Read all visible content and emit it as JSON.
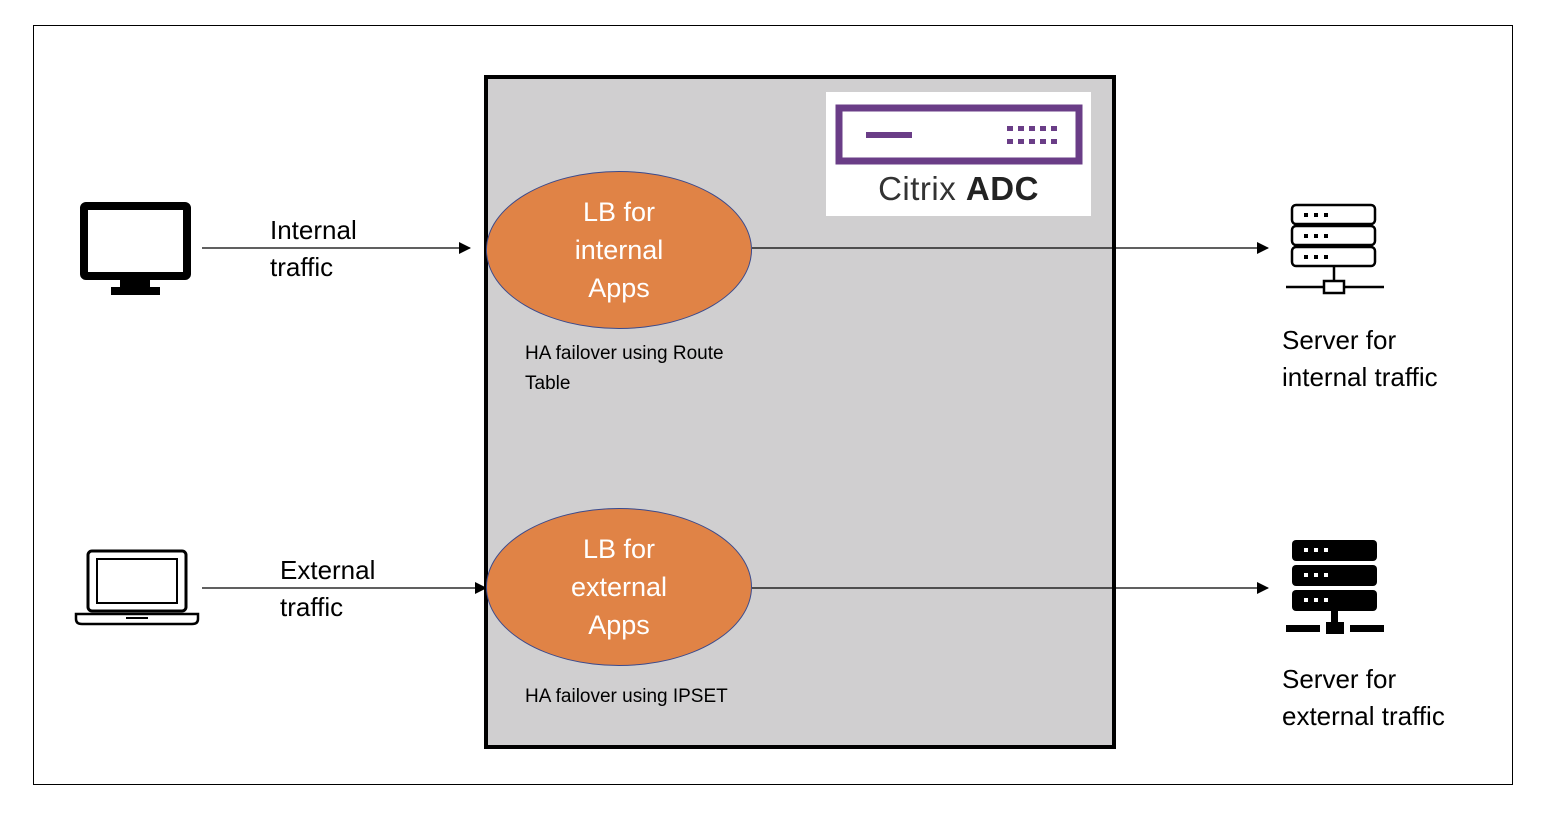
{
  "logo": {
    "brand": "Citrix",
    "product": "ADC"
  },
  "flows": [
    {
      "source_label": "Internal\ntraffic",
      "lb_label": "LB for\ninternal\nApps",
      "note": "HA failover using Route\nTable",
      "server_label": "Server for\ninternal traffic"
    },
    {
      "source_label": "External\ntraffic",
      "lb_label": "LB for\nexternal\nApps",
      "note": "HA failover using IPSET",
      "server_label": "Server for\nexternal traffic"
    }
  ],
  "icons": {
    "internal_client": "desktop-monitor-icon",
    "external_client": "laptop-icon",
    "internal_server": "server-outline-icon",
    "external_server": "server-solid-icon"
  },
  "colors": {
    "lb_fill": "#e08346",
    "lb_stroke": "#3b4a8c",
    "adc_panel": "#d0cfd0",
    "logo_purple": "#6a3d87"
  }
}
